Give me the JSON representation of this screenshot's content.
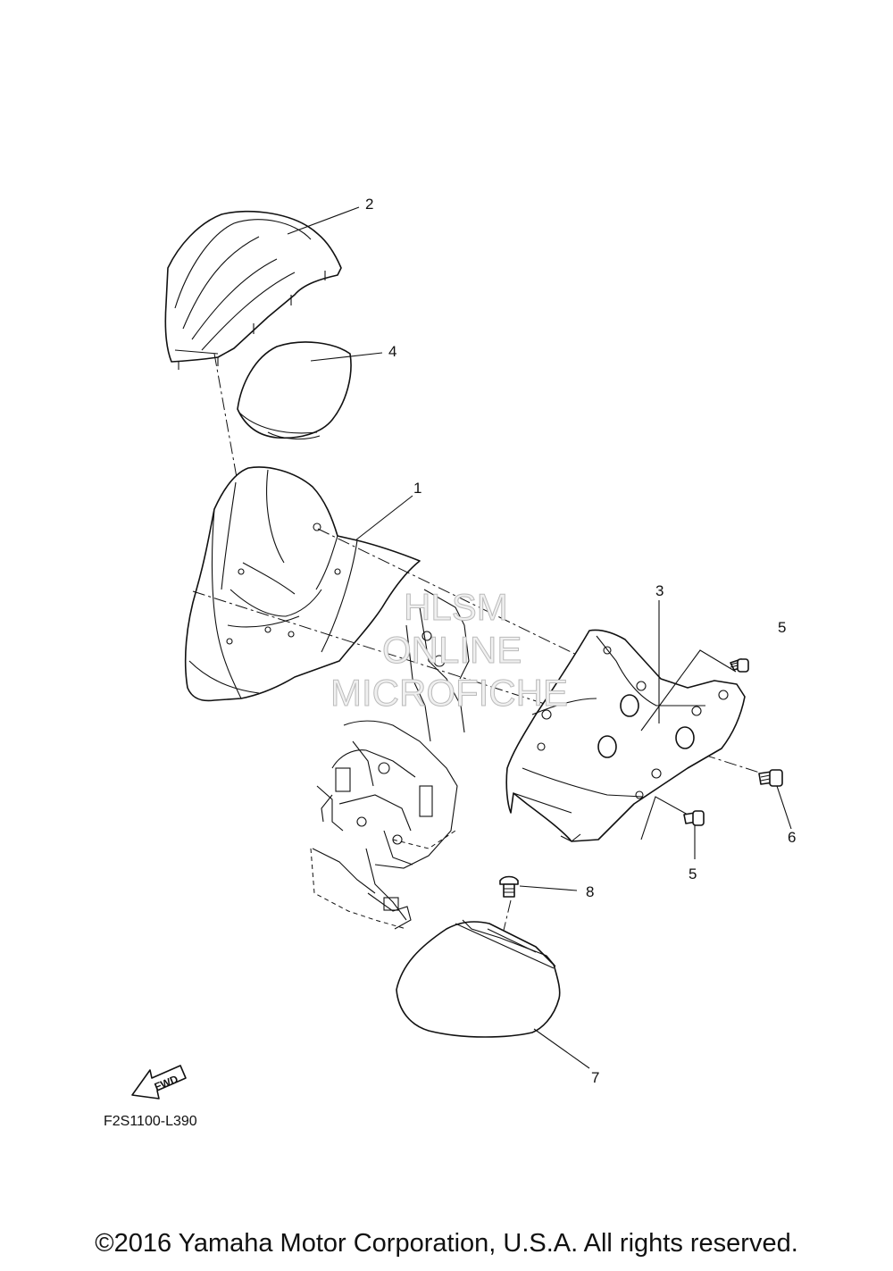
{
  "callouts": {
    "n1": "1",
    "n2": "2",
    "n3": "3",
    "n4": "4",
    "n5a": "5",
    "n5b": "5",
    "n6": "6",
    "n7": "7",
    "n8": "8"
  },
  "fwd_label": "FWD",
  "drawing_code": "F2S1100-L390",
  "watermark": {
    "line1": "HLSM",
    "line2": "ONLINE",
    "line3": "MICROFICHE"
  },
  "copyright": "©2016 Yamaha Motor Corporation, U.S.A. All rights reserved."
}
